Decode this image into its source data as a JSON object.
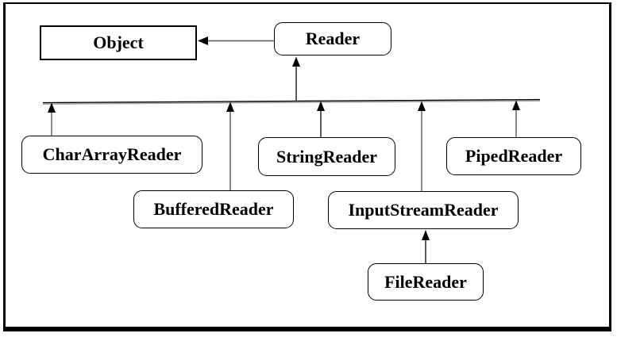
{
  "diagram": {
    "type": "class-hierarchy",
    "nodes": {
      "object": {
        "label": "Object"
      },
      "reader": {
        "label": "Reader"
      },
      "char_array_reader": {
        "label": "CharArrayReader"
      },
      "string_reader": {
        "label": "StringReader"
      },
      "piped_reader": {
        "label": "PipedReader"
      },
      "buffered_reader": {
        "label": "BufferedReader"
      },
      "input_stream_reader": {
        "label": "InputStreamReader"
      },
      "file_reader": {
        "label": "FileReader"
      }
    },
    "edges": [
      {
        "from": "Reader",
        "to": "Object"
      },
      {
        "from": "CharArrayReader",
        "to": "Reader"
      },
      {
        "from": "BufferedReader",
        "to": "Reader"
      },
      {
        "from": "StringReader",
        "to": "Reader"
      },
      {
        "from": "InputStreamReader",
        "to": "Reader"
      },
      {
        "from": "PipedReader",
        "to": "Reader"
      },
      {
        "from": "FileReader",
        "to": "InputStreamReader"
      }
    ],
    "colors": {
      "background": "#ffffff",
      "box_border": "#000000",
      "connector_gray": "#8c8c8c",
      "arrow_black": "#000000"
    }
  }
}
